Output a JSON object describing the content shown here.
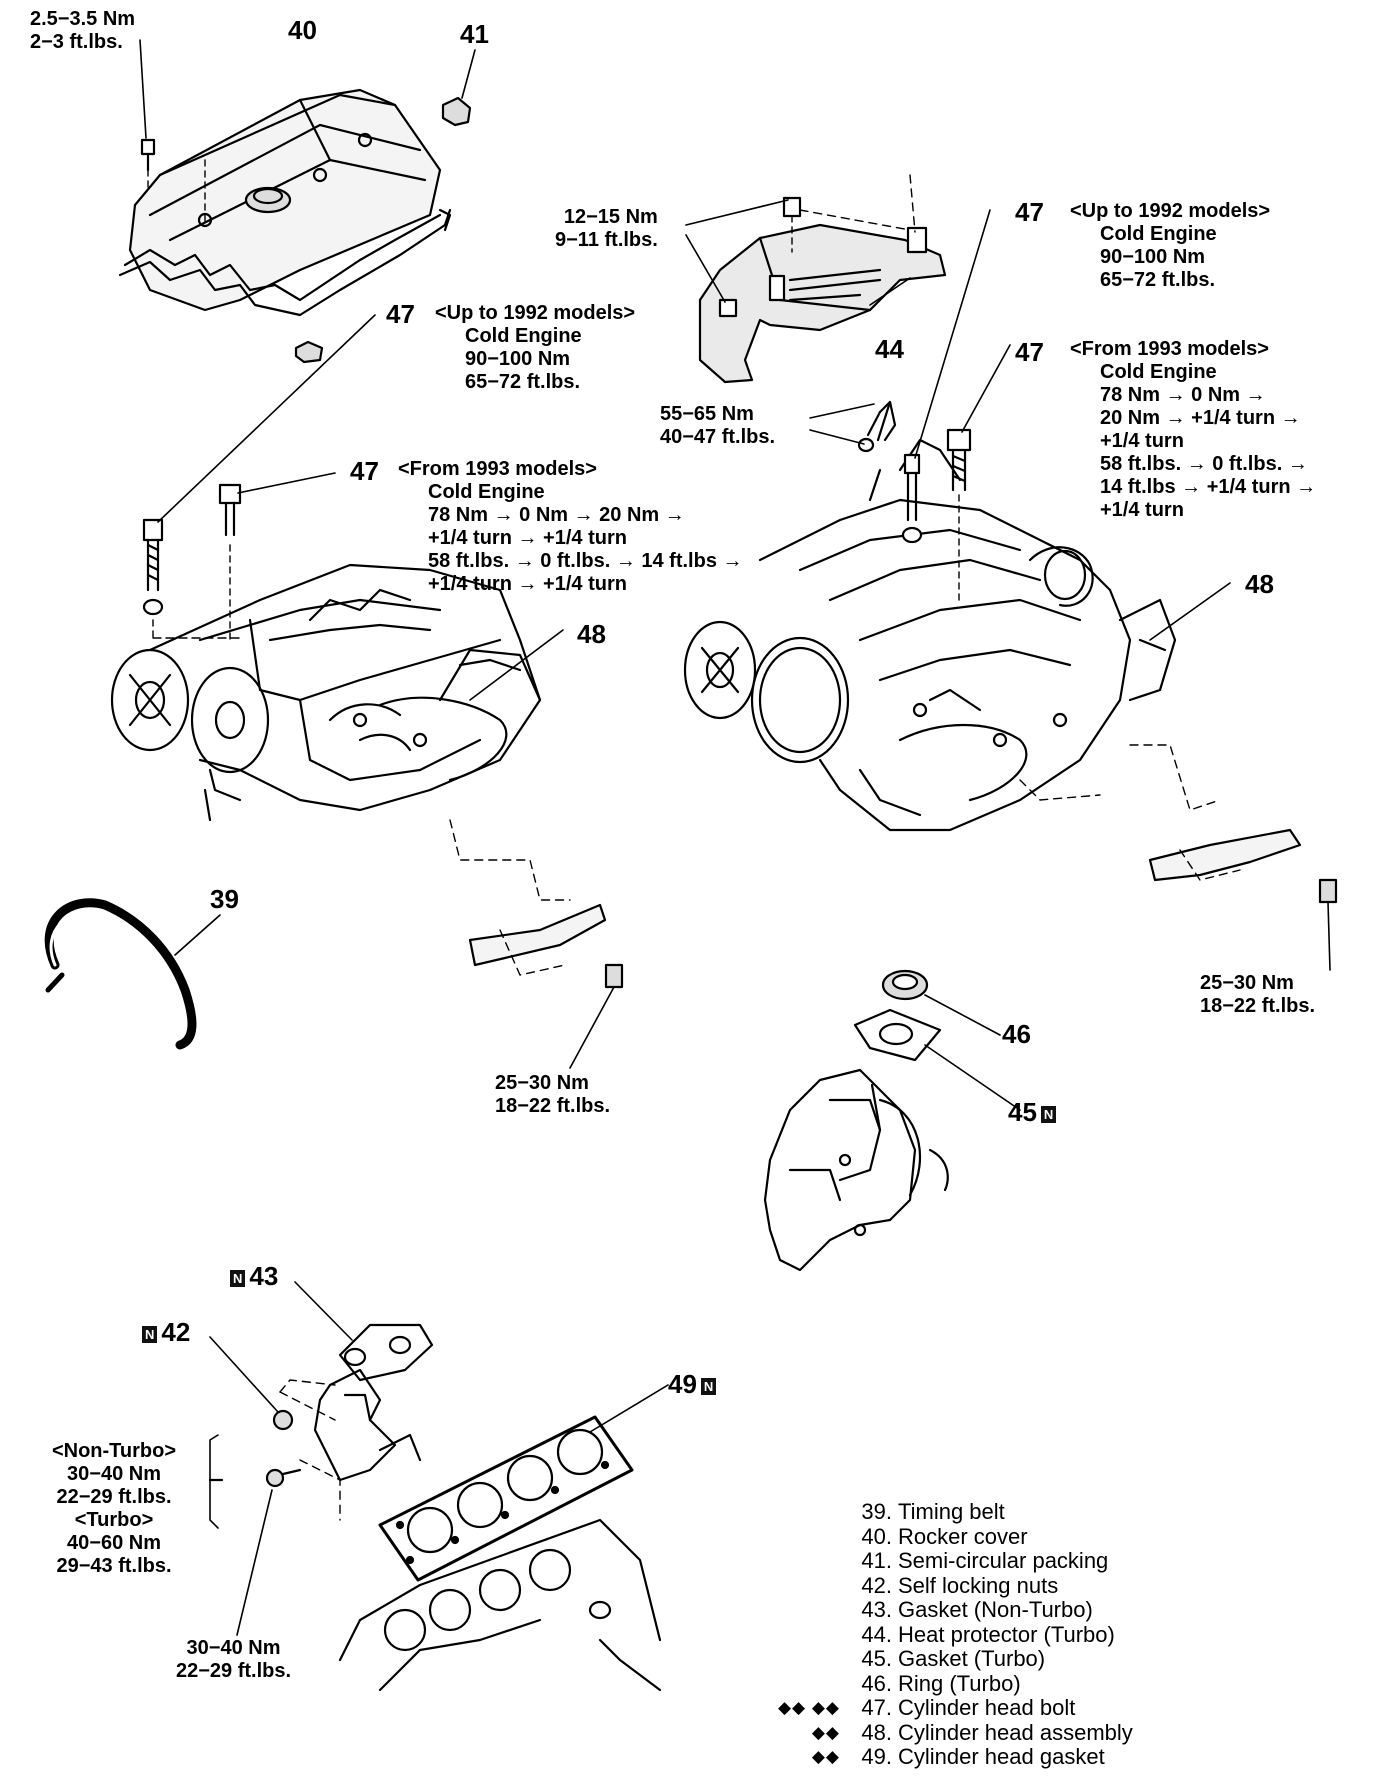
{
  "callouts": {
    "c40": "40",
    "c41": "41",
    "c44": "44",
    "c47_left_a": "47",
    "c47_left_b": "47",
    "c47_right_a": "47",
    "c47_right_b": "47",
    "c48_left": "48",
    "c48_right": "48",
    "c39": "39",
    "c46": "46",
    "c45": "45",
    "c43": "43",
    "c42": "42",
    "c49": "49",
    "new_mark": "N"
  },
  "torques": {
    "rocker_bolt": [
      "2.5−3.5 Nm",
      "2−3 ft.lbs."
    ],
    "heat_protector": [
      "12−15 Nm",
      "9−11 ft.lbs."
    ],
    "stud_bolt": [
      "55−65 Nm",
      "40−47 ft.lbs."
    ],
    "bracket_left": [
      "25−30 Nm",
      "18−22 ft.lbs."
    ],
    "bracket_right": [
      "25−30 Nm",
      "18−22 ft.lbs."
    ],
    "manifold_nut_groups": [
      "<Non-Turbo>",
      "30−40 Nm",
      "22−29 ft.lbs.",
      "<Turbo>",
      "40−60 Nm",
      "29−43 ft.lbs."
    ],
    "manifold_bolt": [
      "30−40 Nm",
      "22−29 ft.lbs."
    ]
  },
  "head_bolt_specs": {
    "left_1992": [
      "<Up to 1992 models>",
      "Cold Engine",
      "90−100 Nm",
      "65−72 ft.lbs."
    ],
    "left_1993": [
      "<From 1993 models>",
      "Cold Engine",
      "78 Nm → 0 Nm → 20 Nm →",
      "+1/4 turn → +1/4 turn",
      "58 ft.lbs. → 0 ft.lbs. → 14 ft.lbs →",
      "+1/4 turn → +1/4 turn"
    ],
    "right_1992": [
      "<Up to 1992 models>",
      "Cold Engine",
      "90−100 Nm",
      "65−72 ft.lbs."
    ],
    "right_1993": [
      "<From 1993 models>",
      "Cold Engine",
      "78 Nm → 0 Nm →",
      "20 Nm → +1/4 turn →",
      "+1/4 turn",
      "58 ft.lbs. → 0 ft.lbs. →",
      "14 ft.lbs → +1/4 turn →",
      "+1/4 turn"
    ]
  },
  "legend": [
    {
      "num": "39.",
      "text": "Timing belt",
      "mark": ""
    },
    {
      "num": "40.",
      "text": "Rocker cover",
      "mark": ""
    },
    {
      "num": "41.",
      "text": "Semi-circular packing",
      "mark": ""
    },
    {
      "num": "42.",
      "text": "Self locking nuts",
      "mark": ""
    },
    {
      "num": "43.",
      "text": "Gasket (Non-Turbo)",
      "mark": ""
    },
    {
      "num": "44.",
      "text": "Heat protector (Turbo)",
      "mark": ""
    },
    {
      "num": "45.",
      "text": "Gasket (Turbo)",
      "mark": ""
    },
    {
      "num": "46.",
      "text": "Ring (Turbo)",
      "mark": ""
    },
    {
      "num": "47.",
      "text": "Cylinder  head  bolt",
      "mark": "◆◆ ◆◆"
    },
    {
      "num": "48.",
      "text": "Cylinder  head  assembly",
      "mark": "◆◆"
    },
    {
      "num": "49.",
      "text": "Cylinder  head  gasket",
      "mark": "◆◆"
    }
  ]
}
